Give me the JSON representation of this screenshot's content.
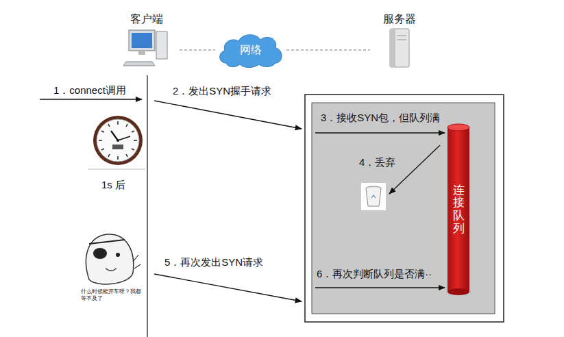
{
  "diagram": {
    "nodes": [
      {
        "text": [
          "客户端"
        ]
      },
      {
        "text": [
          "网络"
        ]
      },
      {
        "text": [
          "服务器"
        ]
      },
      {
        "text": [
          "连接队列"
        ]
      }
    ],
    "edges": [
      {
        "from": 0,
        "to": 1,
        "arrow": "none"
      },
      {
        "from": 1,
        "to": 2,
        "arrow": "none"
      }
    ],
    "labels": [
      "1．connect调用",
      "2．发出SYN握手请求",
      "3．接收SYN包，但队列满",
      "4．丢弃",
      "1s 后",
      "什么时候能开车呀？我都等不及了",
      "5．再次发出SYN请求",
      "6．再次判断队列是否满··"
    ]
  }
}
